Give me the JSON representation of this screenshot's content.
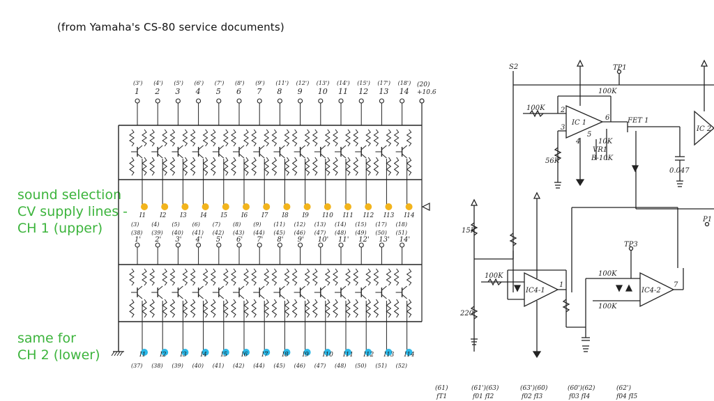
{
  "caption": "(from Yamaha's CS-80 service documents)",
  "annotations": {
    "ch1_lines": [
      "sound selection",
      "CV supply lines -",
      "CH 1 (upper)"
    ],
    "ch2_lines": [
      "same for",
      "CH 2 (lower)"
    ]
  },
  "colors": {
    "ch1_dot": "#f2b41c",
    "ch2_dot": "#2bb8e8",
    "annotation_text": "#3cb43c"
  },
  "left_schematic": {
    "top_pins": [
      "1",
      "2",
      "3",
      "4",
      "5",
      "6",
      "7",
      "8",
      "9",
      "10",
      "11",
      "12",
      "13",
      "14"
    ],
    "top_pin_refs": [
      "(3')",
      "(4')",
      "(5')",
      "(6')",
      "(7')",
      "(8')",
      "(9')",
      "(11')",
      "(12')",
      "(13')",
      "(14')",
      "(15')",
      "(17')",
      "(18')"
    ],
    "supply_pin": {
      "ref": "(20)",
      "label": "+10.6"
    },
    "ch1_outputs": [
      "I1",
      "I2",
      "I3",
      "I4",
      "I5",
      "I6",
      "I7",
      "I8",
      "I9",
      "I10",
      "I11",
      "I12",
      "I13",
      "I14"
    ],
    "ch1_refs": [
      "(3)",
      "(4)",
      "(5)",
      "(6)",
      "(7)",
      "(8)",
      "(9)",
      "(11)",
      "(12)",
      "(13)",
      "(14)",
      "(15)",
      "(17)",
      "(18)"
    ],
    "mid_pins": [
      "1'",
      "2'",
      "3'",
      "4'",
      "5'",
      "6'",
      "7'",
      "8'",
      "9'",
      "10'",
      "11'",
      "12'",
      "13'",
      "14'"
    ],
    "mid_pin_refs": [
      "(38)",
      "(39)",
      "(40)",
      "(41)",
      "(42)",
      "(43)",
      "(44)",
      "(45)",
      "(46)",
      "(47)",
      "(48)",
      "(49)",
      "(50)",
      "(51)"
    ],
    "ch2_outputs": [
      "I1",
      "I2",
      "I3",
      "I4",
      "I5",
      "I6",
      "I7",
      "I8",
      "I9",
      "I10",
      "I11",
      "I12",
      "I13",
      "I14"
    ],
    "ch2_refs": [
      "(37)",
      "(38)",
      "(39)",
      "(40)",
      "(41)",
      "(42)",
      "(44)",
      "(45)",
      "(46)",
      "(47)",
      "(48)",
      "(50)",
      "(51)",
      "(52)"
    ]
  },
  "right_schematic": {
    "labels": {
      "s2": "S2",
      "tp1": "TP1",
      "tp3": "TP3",
      "p1": "P1",
      "ic1": "IC 1",
      "ic2": "IC 2",
      "ic4_1": "IC4-1",
      "ic4_2": "IC4-2",
      "fet": "FET 1",
      "vr": "VR1",
      "vr_val": "B-10K",
      "r100k_a": "100K",
      "r100k_b": "100K",
      "r100k_c": "100K",
      "r100k_d": "100K",
      "r100k_e": "100K",
      "r56k": "56K",
      "r10k": "10K",
      "r15k": "15K",
      "r220": "220",
      "cap": "0.047",
      "pin_labels": [
        "2",
        "3",
        "4",
        "5",
        "6",
        "7",
        "1"
      ]
    },
    "bottom_refs": [
      "(61)",
      "(61')(63)",
      "(63')(60)",
      "(60')(62)",
      "(62')"
    ],
    "bottom_labels": [
      "fT1",
      "f01 fI2",
      "f02 fI3",
      "f03 fI4",
      "f04 fI5"
    ]
  }
}
